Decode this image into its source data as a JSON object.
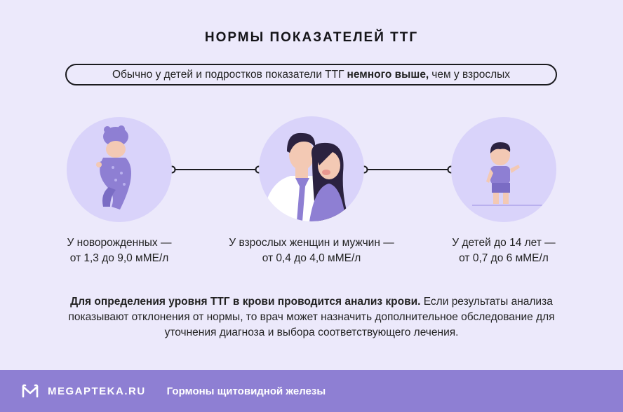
{
  "header": {
    "title": "НОРМЫ ПОКАЗАТЕЛЕЙ ТТГ"
  },
  "note": {
    "text_before": "Обычно у детей и подростков показатели ТТГ",
    "text_bold": "немного выше,",
    "text_after": "чем у взрослых"
  },
  "groups": [
    {
      "icon": "newborn-icon",
      "line1": "У новорожденных —",
      "line2": "от 1,3 до 9,0 мМЕ/л"
    },
    {
      "icon": "adults-icon",
      "line1": "У взрослых женщин и мужчин —",
      "line2": "от 0,4 до 4,0 мМЕ/л"
    },
    {
      "icon": "child-icon",
      "line1": "У детей до 14 лет —",
      "line2": "от 0,7 до 6 мМЕ/л"
    }
  ],
  "paragraph": {
    "bold": "Для определения уровня ТТГ в крови проводится анализ крови.",
    "rest": "Если результаты анализа показывают отклонения от нормы, то врач может назначить дополнительное обследование для уточнения диагноза и выбора соответствующего лечения."
  },
  "footer": {
    "brand": "MEGAPTEKA.RU",
    "subtitle": "Гормоны щитовидной железы"
  },
  "colors": {
    "background": "#ECE9FB",
    "circle": "#D9D3FA",
    "accent": "#8E7FD3",
    "text": "#1b1b1f"
  }
}
